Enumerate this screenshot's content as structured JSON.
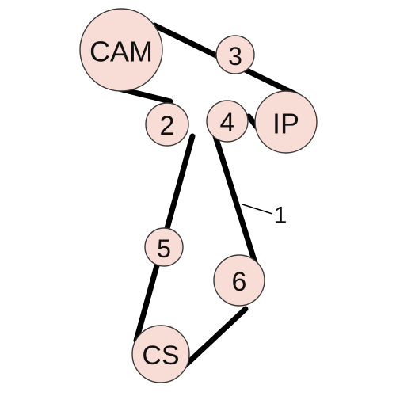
{
  "diagram": {
    "pulleys": {
      "cam": "CAM",
      "p3": "3",
      "p2": "2",
      "p4": "4",
      "ip": "IP",
      "p5": "5",
      "p6": "6",
      "cs": "CS"
    },
    "belt_callout": "1"
  }
}
